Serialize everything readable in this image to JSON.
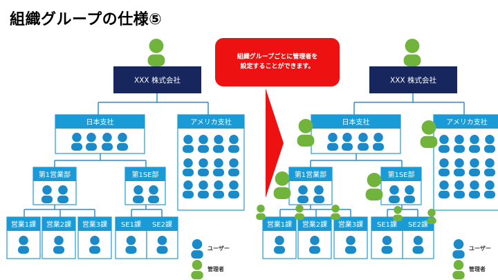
{
  "title": "組織グループの仕様⑤",
  "callout": {
    "line1": "組織グループごとに管理者を",
    "line2": "設定することができます。"
  },
  "legend": {
    "user": "ユーザー",
    "admin": "管理者"
  },
  "org": {
    "company": "XXX 株式会社",
    "japan_branch": "日本支社",
    "america_branch": "アメリカ支社",
    "sales_dept": "第1営業部",
    "se_dept": "第1SE部",
    "sales1": "営業1課",
    "sales2": "営業2課",
    "sales3": "営業3課",
    "se1": "SE1課",
    "se2": "SE2課"
  },
  "colors": {
    "company": "#17275e",
    "group": "#1a9bd7",
    "user": "#1a8ac8",
    "admin": "#71b43c",
    "callout": "#ee1111",
    "arrow": "#ee1111",
    "line": "#2a8ccf"
  }
}
